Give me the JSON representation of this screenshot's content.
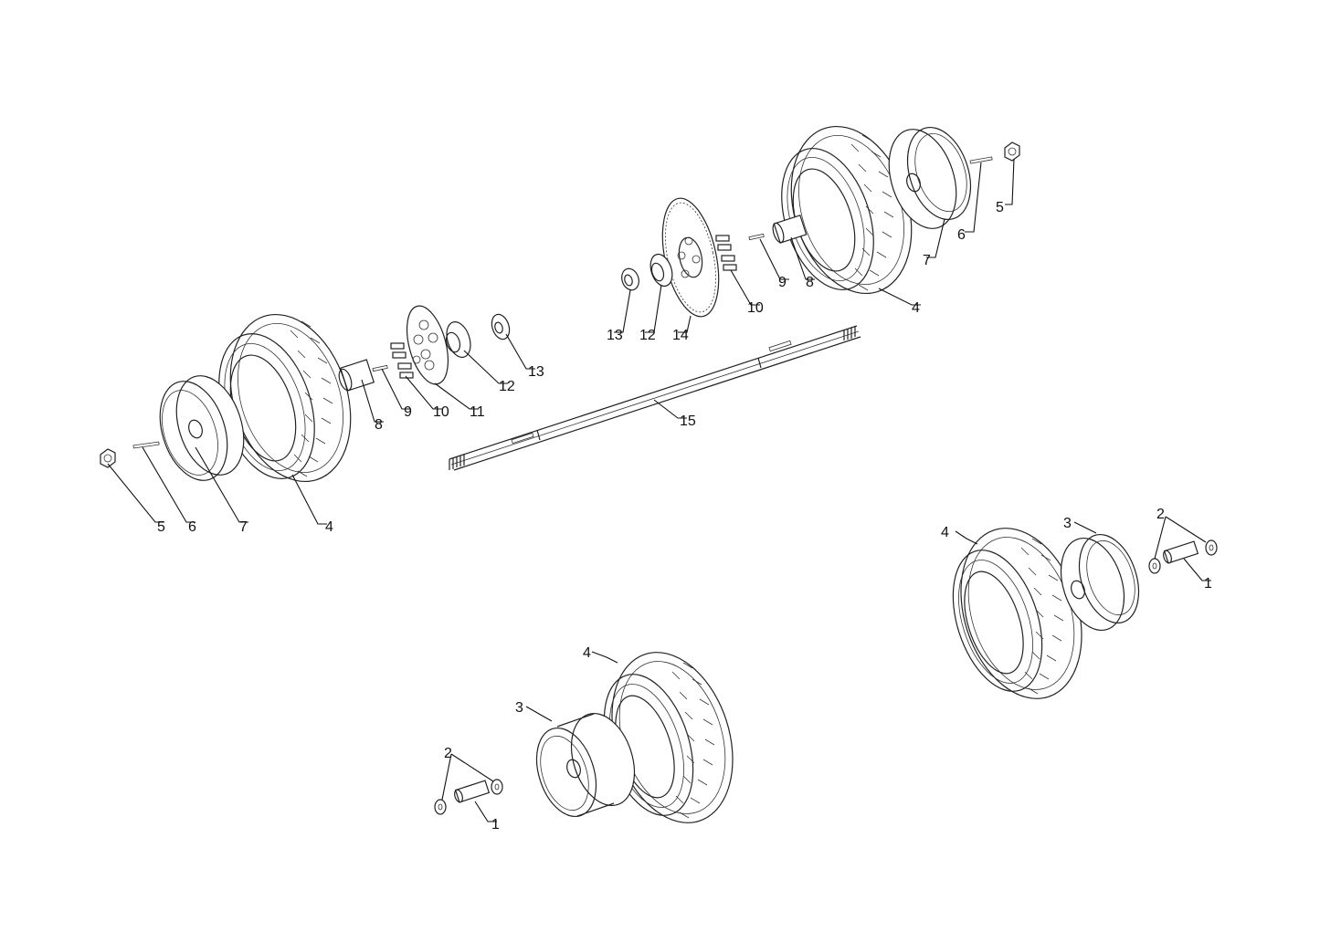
{
  "diagram": {
    "callouts": [
      {
        "id": "c5-left",
        "text": "5"
      },
      {
        "id": "c6-left",
        "text": "6"
      },
      {
        "id": "c7-left",
        "text": "7"
      },
      {
        "id": "c4-left",
        "text": "4"
      },
      {
        "id": "c8-left",
        "text": "8"
      },
      {
        "id": "c9-left",
        "text": "9"
      },
      {
        "id": "c10-left",
        "text": "10"
      },
      {
        "id": "c11",
        "text": "11"
      },
      {
        "id": "c12-left",
        "text": "12"
      },
      {
        "id": "c13-left",
        "text": "13"
      },
      {
        "id": "c15",
        "text": "15"
      },
      {
        "id": "c13-right",
        "text": "13"
      },
      {
        "id": "c12-right",
        "text": "12"
      },
      {
        "id": "c14",
        "text": "14"
      },
      {
        "id": "c10-right",
        "text": "10"
      },
      {
        "id": "c9-right",
        "text": "9"
      },
      {
        "id": "c8-right",
        "text": "8"
      },
      {
        "id": "c4-right",
        "text": "4"
      },
      {
        "id": "c7-right",
        "text": "7"
      },
      {
        "id": "c6-right",
        "text": "6"
      },
      {
        "id": "c5-right",
        "text": "5"
      },
      {
        "id": "c4-front-right",
        "text": "4"
      },
      {
        "id": "c3-front-right",
        "text": "3"
      },
      {
        "id": "c2-front-right",
        "text": "2"
      },
      {
        "id": "c1-front-right",
        "text": "1"
      },
      {
        "id": "c4-front-left",
        "text": "4"
      },
      {
        "id": "c3-front-left",
        "text": "3"
      },
      {
        "id": "c2-front-left",
        "text": "2"
      },
      {
        "id": "c1-front-left",
        "text": "1"
      }
    ]
  }
}
